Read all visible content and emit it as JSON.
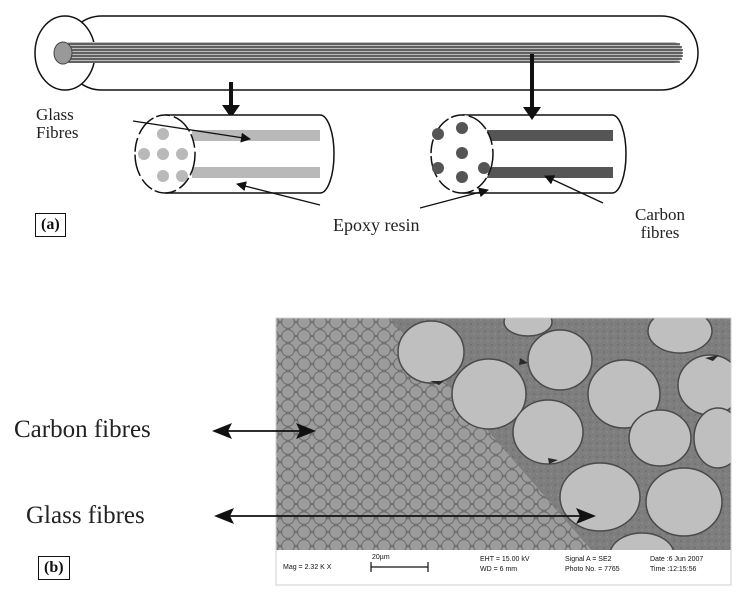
{
  "panel_a": {
    "tag": "(a)",
    "labels": {
      "glass_line1": "Glass",
      "glass_line2": "Fibres",
      "epoxy": "Epoxy resin",
      "carbon_line1": "Carbon",
      "carbon_line2": "fibres"
    }
  },
  "panel_b": {
    "tag": "(b)",
    "labels": {
      "carbon": "Carbon fibres",
      "glass": "Glass fibres"
    },
    "sem_info": {
      "mag": "Mag =  2.32 K X",
      "scale": "20µm",
      "eht": "EHT = 15.00 kV",
      "wd": "WD =   6 mm",
      "signal": "Signal A = SE2",
      "photo": "Photo No. = 7765",
      "date": "Date :6 Jun 2007",
      "time": "Time :12:15:56"
    }
  },
  "colors": {
    "glass_fibre": "#b9b9b9",
    "carbon_fibre": "#555555",
    "outline": "#111111"
  }
}
